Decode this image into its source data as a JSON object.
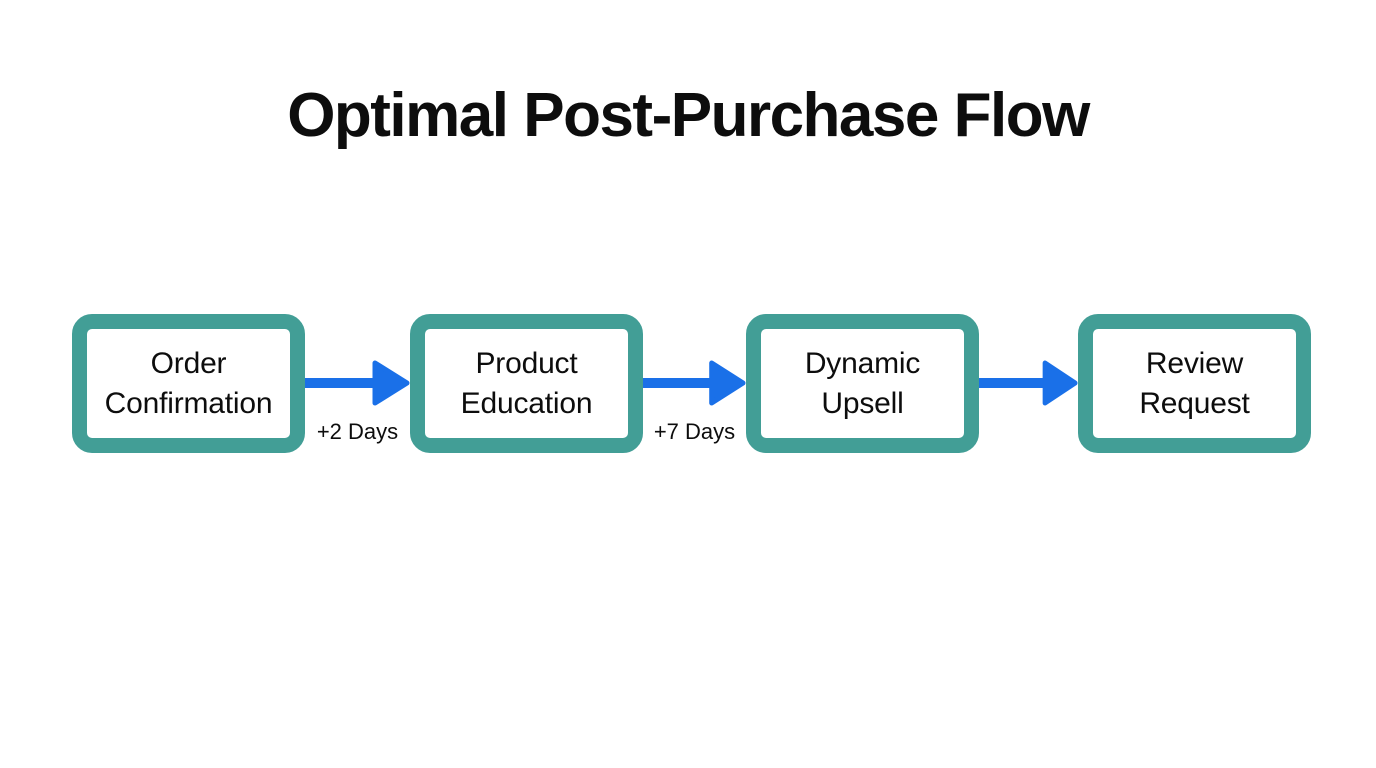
{
  "theme": {
    "bg": "#ffffff",
    "text-color": "#0d0d0d",
    "node-border": "#429e96",
    "node-fill": "#ffffff",
    "arrow-blue": "#1a70e8"
  },
  "title": "Optimal Post-Purchase Flow",
  "flow": {
    "nodes": [
      {
        "label": "Order Confirmation"
      },
      {
        "label": "Product Education"
      },
      {
        "label": "Dynamic Upsell"
      },
      {
        "label": "Review Request"
      }
    ],
    "connectors": [
      {
        "label": "+2 Days"
      },
      {
        "label": "+7 Days"
      },
      {
        "label": ""
      }
    ]
  }
}
